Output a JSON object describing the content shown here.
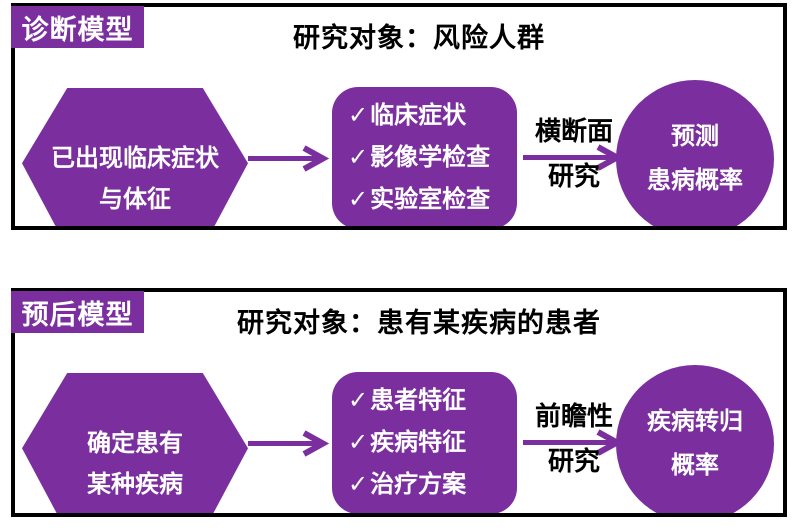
{
  "colors": {
    "purple": "#7B2F9E",
    "panel_border": "#000000",
    "title_text": "#000000",
    "text_on_purple": "#FFFFFF",
    "background": "#FFFFFF"
  },
  "icons": {
    "checkmark": "✓"
  },
  "panels": [
    {
      "badge": "诊断模型",
      "title": "研究对象：风险人群",
      "hexagon": {
        "line1": "已出现临床症状",
        "line2": "与体征"
      },
      "checklist": {
        "items": [
          "临床症状",
          "影像学检查",
          "实验室检查"
        ]
      },
      "study_label": {
        "line1": "横断面",
        "line2": "研究"
      },
      "outcome": {
        "line1": "预测",
        "line2": "患病概率"
      }
    },
    {
      "badge": "预后模型",
      "title": "研究对象：患有某疾病的患者",
      "hexagon": {
        "line1": "确定患有",
        "line2": "某种疾病"
      },
      "checklist": {
        "items": [
          "患者特征",
          "疾病特征",
          "治疗方案"
        ]
      },
      "study_label": {
        "line1": "前瞻性",
        "line2": "研究"
      },
      "outcome": {
        "line1": "疾病转归",
        "line2": "概率"
      }
    }
  ]
}
